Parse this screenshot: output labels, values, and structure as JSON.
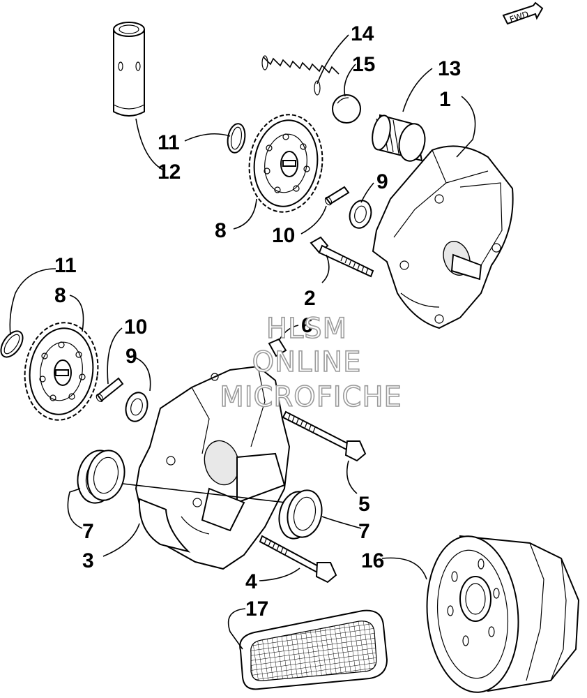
{
  "fwd_label": "FWD",
  "watermark": {
    "line1": "HLSM",
    "line2": "ONLINE",
    "line3": "MICROFICHE"
  },
  "callouts": {
    "c14": "14",
    "c15": "15",
    "c13": "13",
    "c1": "1",
    "c11a": "11",
    "c12": "12",
    "c9a": "9",
    "c8a": "8",
    "c10a": "10",
    "c2": "2",
    "c11b": "11",
    "c8b": "8",
    "c10b": "10",
    "c6": "6",
    "c9b": "9",
    "c5": "5",
    "c7a": "7",
    "c7b": "7",
    "c3": "3",
    "c16": "16",
    "c4": "4",
    "c17": "17"
  }
}
